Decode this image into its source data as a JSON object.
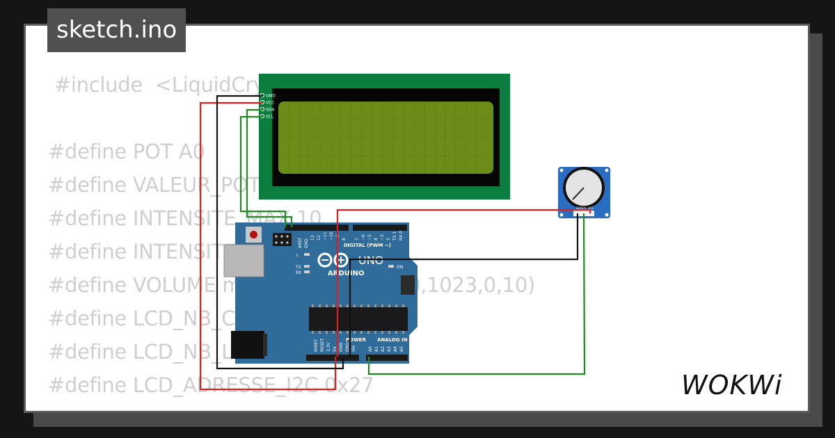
{
  "sketch": {
    "filename": "sketch.ino"
  },
  "code_lines": [
    " #include  <LiquidCrystal_I2C.h>",
    "",
    "#define POT A0",
    "#define VALEUR_POT analogRead(POT)",
    "#define INTENSITE_MAX 10",
    "#define INTENSITE_MIN 0",
    "#define VOLUME map(VALEUR_POT,0,1023,0,10)",
    "#define LCD_NB_COLONNES 20",
    "#define LCD_NB_LIGNES 4",
    "#define LCD_ADRESSE_I2C 0x27"
  ],
  "lcd": {
    "pins": [
      "GND",
      "VCC",
      "SDA",
      "SCL"
    ]
  },
  "arduino": {
    "brand": "ARDUINO",
    "model": "UNO",
    "labels": {
      "digital": "DIGITAL (PWM ~)",
      "analog": "ANALOG IN",
      "power": "POWER",
      "aref": "AREF",
      "gnd": "GND",
      "on": "ON",
      "l": "L",
      "tx": "TX",
      "rx": "RX"
    },
    "digital_pins": [
      "13",
      "12",
      "~11",
      "~10",
      "~9",
      "8",
      "7",
      "~6",
      "~5",
      "4",
      "~3",
      "2",
      "TX 1",
      "RX 0"
    ],
    "power_pins": [
      "IOREF",
      "RESET",
      "3.3V",
      "5V",
      "GND",
      "GND",
      "Vin"
    ],
    "analog_pins": [
      "A0",
      "A1",
      "A2",
      "A3",
      "A4",
      "A5"
    ]
  },
  "potentiometer": {
    "pins": [
      "GND",
      "SIG",
      "VCC"
    ]
  },
  "brand_logo": "WOKWi",
  "colors": {
    "wire_red": "#dd1f1f",
    "wire_black": "#111111",
    "wire_green": "#1f8a1f",
    "lcd_board": "#0b7d3f",
    "lcd_screen": "#6a8d17",
    "arduino_blue": "#2f6c9a",
    "pot_blue": "#2a6cc0"
  }
}
